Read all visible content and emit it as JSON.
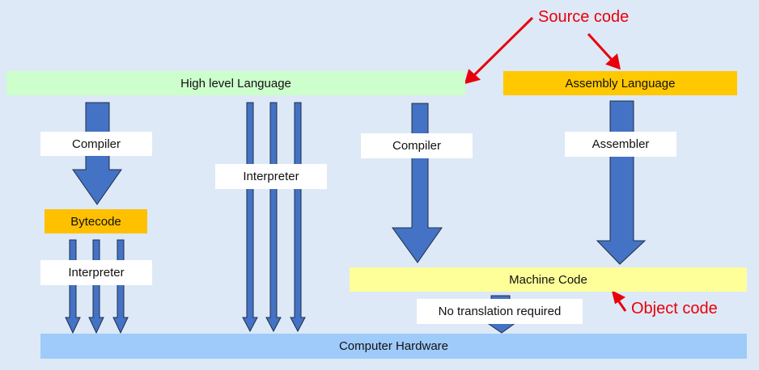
{
  "diagram": {
    "nodes": {
      "high_level": "High level Language",
      "assembly": "Assembly Language",
      "bytecode": "Bytecode",
      "machine_code": "Machine Code",
      "hardware": "Computer Hardware"
    },
    "edges": {
      "compiler_to_bytecode": "Compiler",
      "bytecode_interpreter": "Interpreter",
      "direct_interpreter": "Interpreter",
      "compiler_to_machine": "Compiler",
      "assembler": "Assembler",
      "no_translation": "No translation required"
    },
    "annotations": {
      "source_code": "Source code",
      "object_code": "Object code"
    },
    "colors": {
      "background": "#dde9f6",
      "high_level": "#ccffcc",
      "assembly": "#ffc800",
      "bytecode": "#ffc000",
      "machine_code": "#ffff99",
      "hardware": "#9fcbfb",
      "arrow_fill": "#4472c4",
      "annotation": "#e8000b"
    }
  }
}
